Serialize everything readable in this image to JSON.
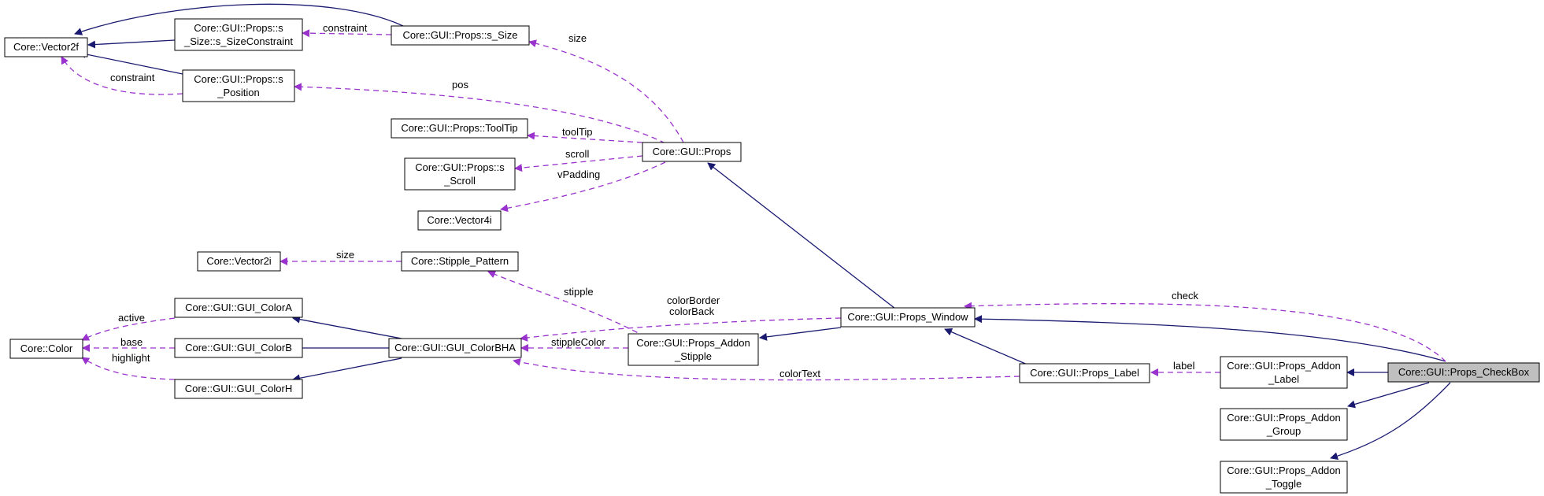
{
  "colors": {
    "inheritance": "#191970",
    "usage": "#9a32cd",
    "highlight_fill": "#bfbfbf"
  },
  "nodes": {
    "vector2f": [
      "Core::Vector2f"
    ],
    "s_size_constraint": [
      "Core::GUI::Props::s",
      "_Size::s_SizeConstraint"
    ],
    "s_size": [
      "Core::GUI::Props::s_Size"
    ],
    "s_position": [
      "Core::GUI::Props::s",
      "_Position"
    ],
    "tooltip": [
      "Core::GUI::Props::ToolTip"
    ],
    "s_scroll": [
      "Core::GUI::Props::s",
      "_Scroll"
    ],
    "props": [
      "Core::GUI::Props"
    ],
    "vector4i": [
      "Core::Vector4i"
    ],
    "vector2i": [
      "Core::Vector2i"
    ],
    "stipple_pattern": [
      "Core::Stipple_Pattern"
    ],
    "gui_color_a": [
      "Core::GUI::GUI_ColorA"
    ],
    "color": [
      "Core::Color"
    ],
    "gui_color_b": [
      "Core::GUI::GUI_ColorB"
    ],
    "gui_color_bha": [
      "Core::GUI::GUI_ColorBHA"
    ],
    "gui_color_h": [
      "Core::GUI::GUI_ColorH"
    ],
    "props_addon_stipple": [
      "Core::GUI::Props_Addon",
      "_Stipple"
    ],
    "props_window": [
      "Core::GUI::Props_Window"
    ],
    "props_label": [
      "Core::GUI::Props_Label"
    ],
    "props_addon_label": [
      "Core::GUI::Props_Addon",
      "_Label"
    ],
    "props_checkbox": [
      "Core::GUI::Props_CheckBox"
    ],
    "props_addon_group": [
      "Core::GUI::Props_Addon",
      "_Group"
    ],
    "props_addon_toggle": [
      "Core::GUI::Props_Addon",
      "_Toggle"
    ]
  },
  "edge_labels": {
    "constraint_size": "constraint",
    "constraint_pos": "constraint",
    "size": "size",
    "pos": "pos",
    "tooltip": "toolTip",
    "scroll": "scroll",
    "vpadding": "vPadding",
    "size_v2i": "size",
    "stipple": "stipple",
    "color_border": "colorBorder",
    "color_back": "colorBack",
    "check": "check",
    "active": "active",
    "base": "base",
    "highlight": "highlight",
    "stipple_color": "stippleColor",
    "color_text": "colorText",
    "label": "label"
  }
}
